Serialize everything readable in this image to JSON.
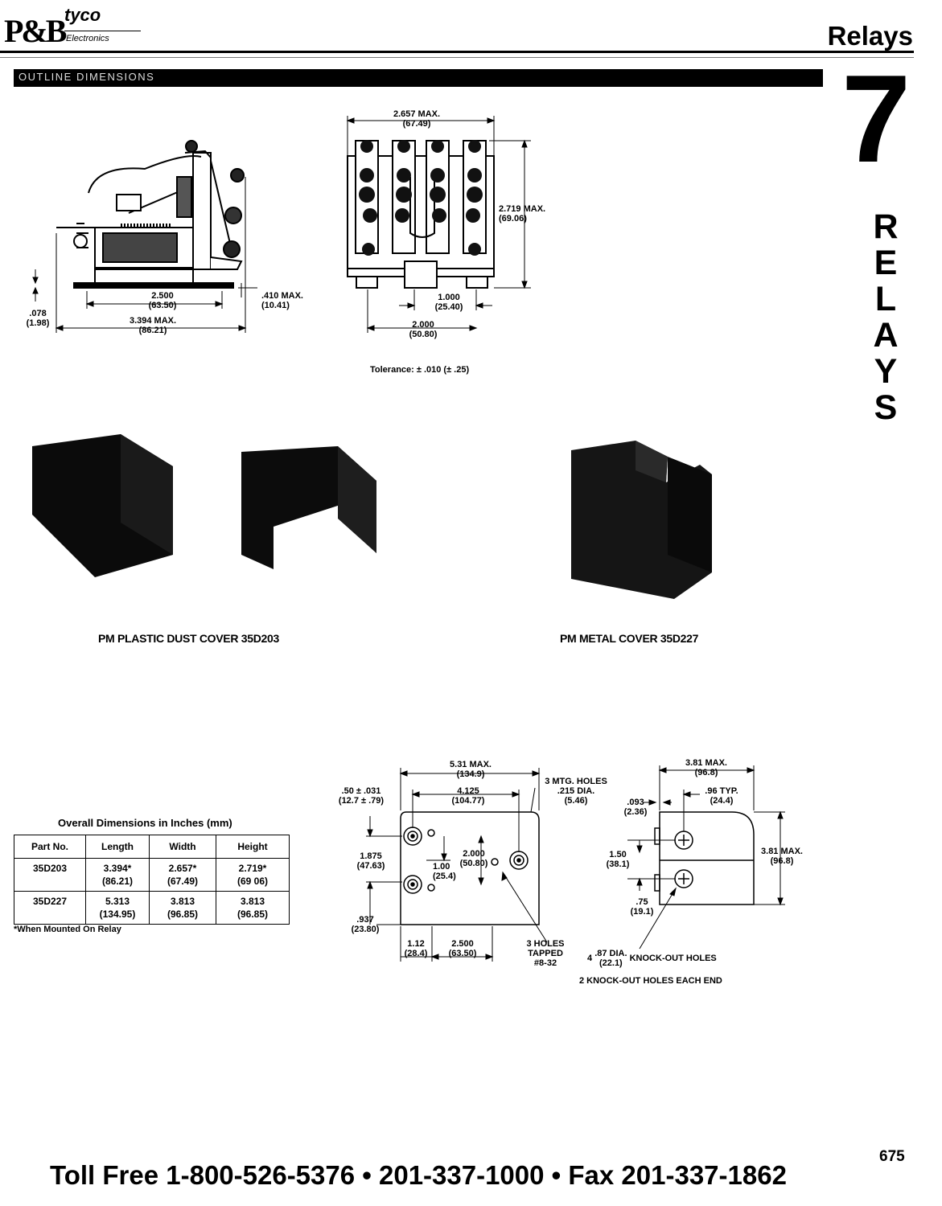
{
  "header": {
    "logo_pb": "P&B",
    "logo_tyco": "tyco",
    "logo_electronics": "Electronics",
    "section_title": "Relays",
    "band_label": "OUTLINE DIMENSIONS"
  },
  "side_tab": {
    "number": "7",
    "letters": [
      "R",
      "E",
      "L",
      "A",
      "Y",
      "S"
    ]
  },
  "relay_side_dims": {
    "d1_in": "2.500",
    "d1_mm": "(63.50)",
    "d2_in": "3.394 MAX.",
    "d2_mm": "(86.21)",
    "d3_in": ".410 MAX.",
    "d3_mm": "(10.41)",
    "d4_in": ".078",
    "d4_mm": "(1.98)"
  },
  "relay_front_dims": {
    "width_in": "2.657 MAX.",
    "width_mm": "(67.49)",
    "height_in": "2.719 MAX.",
    "height_mm": "(69.06)",
    "pitch_in": "1.000",
    "pitch_mm": "(25.40)",
    "span_in": "2.000",
    "span_mm": "(50.80)",
    "tolerance": "Tolerance: ± .010 (± .25)"
  },
  "covers": {
    "plastic_caption": "PM PLASTIC DUST COVER 35D203",
    "metal_caption": "PM METAL COVER 35D227"
  },
  "table": {
    "title": "Overall Dimensions in Inches (mm)",
    "headers": [
      "Part No.",
      "Length",
      "Width",
      "Height"
    ],
    "rows": [
      {
        "part": "35D203",
        "length": "3.394*",
        "length_mm": "(86.21)",
        "width": "2.657*",
        "width_mm": "(67.49)",
        "height": "2.719*",
        "height_mm": "(69 06)"
      },
      {
        "part": "35D227",
        "length": "5.313",
        "length_mm": "(134.95)",
        "width": "3.813",
        "width_mm": "(96.85)",
        "height": "3.813",
        "height_mm": "(96.85)"
      }
    ],
    "footnote": "*When Mounted On Relay"
  },
  "cover_dims": {
    "a_in": "5.31 MAX.",
    "a_mm": "(134.9)",
    "b_in": "4.125",
    "b_mm": "(104.77)",
    "c_in": ".50 ± .031",
    "c_mm": "(12.7 ± .79)",
    "d_in": "1.875",
    "d_mm": "(47.63)",
    "e_in": "2.000",
    "e_mm": "(50.80)",
    "f_in": "1.00",
    "f_mm": "(25.4)",
    "g_in": ".937",
    "g_mm": "(23.80)",
    "h_in": "1.12",
    "h_mm": "(28.4)",
    "i_in": "2.500",
    "i_mm": "(63.50)",
    "mtg_l1": "3 MTG. HOLES",
    "mtg_l2": ".215 DIA.",
    "mtg_l3": "(5.46)",
    "tap_l1": "3 HOLES",
    "tap_l2": "TAPPED",
    "tap_l3": "#8-32",
    "j_in": "3.81 MAX.",
    "j_mm": "(96.8)",
    "k_in": ".96 TYP.",
    "k_mm": "(24.4)",
    "l_in": ".093",
    "l_mm": "(2.36)",
    "m_in": "1.50",
    "m_mm": "(38.1)",
    "n_in": "3.81 MAX.",
    "n_mm": "(96.8)",
    "o_in": ".75",
    "o_mm": "(19.1)",
    "ko_count": "4",
    "ko_dia": ".87 DIA.",
    "ko_mm": "(22.1)",
    "ko_label": "KNOCK-OUT HOLES",
    "ko_note": "2 KNOCK-OUT HOLES EACH END"
  },
  "footer": {
    "contact": "Toll Free 1-800-526-5376  •  201-337-1000  •  Fax 201-337-1862",
    "page": "675"
  }
}
